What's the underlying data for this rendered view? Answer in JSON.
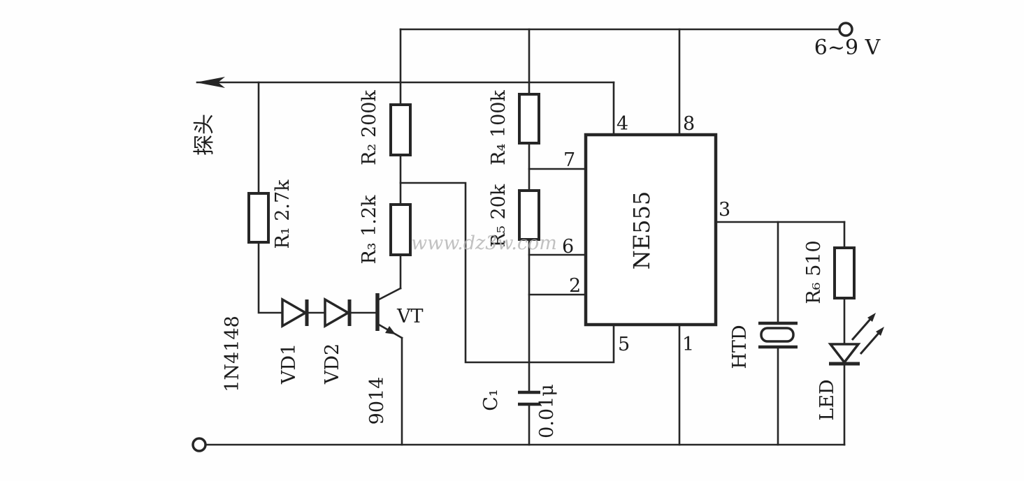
{
  "labels": {
    "power": "6~9 V",
    "probe": "探头",
    "r1": "R₁ 2.7k",
    "r2": "R₂ 200k",
    "r3": "R₃ 1.2k",
    "r4": "R₄ 100k",
    "r5": "R₅ 20k",
    "r6": "R₆ 510",
    "c1_name": "C₁",
    "c1_value": "0.01μ",
    "diode_type": "1N4148",
    "vd1": "VD1",
    "vd2": "VD2",
    "vt": "VT",
    "vt_type": "9014",
    "ic": "NE555",
    "pin1": "1",
    "pin2": "2",
    "pin3": "3",
    "pin4": "4",
    "pin5": "5",
    "pin6": "6",
    "pin7": "7",
    "pin8": "8",
    "buzzer": "HTD",
    "led": "LED",
    "watermark": "www.dz3w.com"
  },
  "colors": {
    "ink": "#262626",
    "watermark": "#b3b3b3",
    "background": "#fefefe"
  }
}
